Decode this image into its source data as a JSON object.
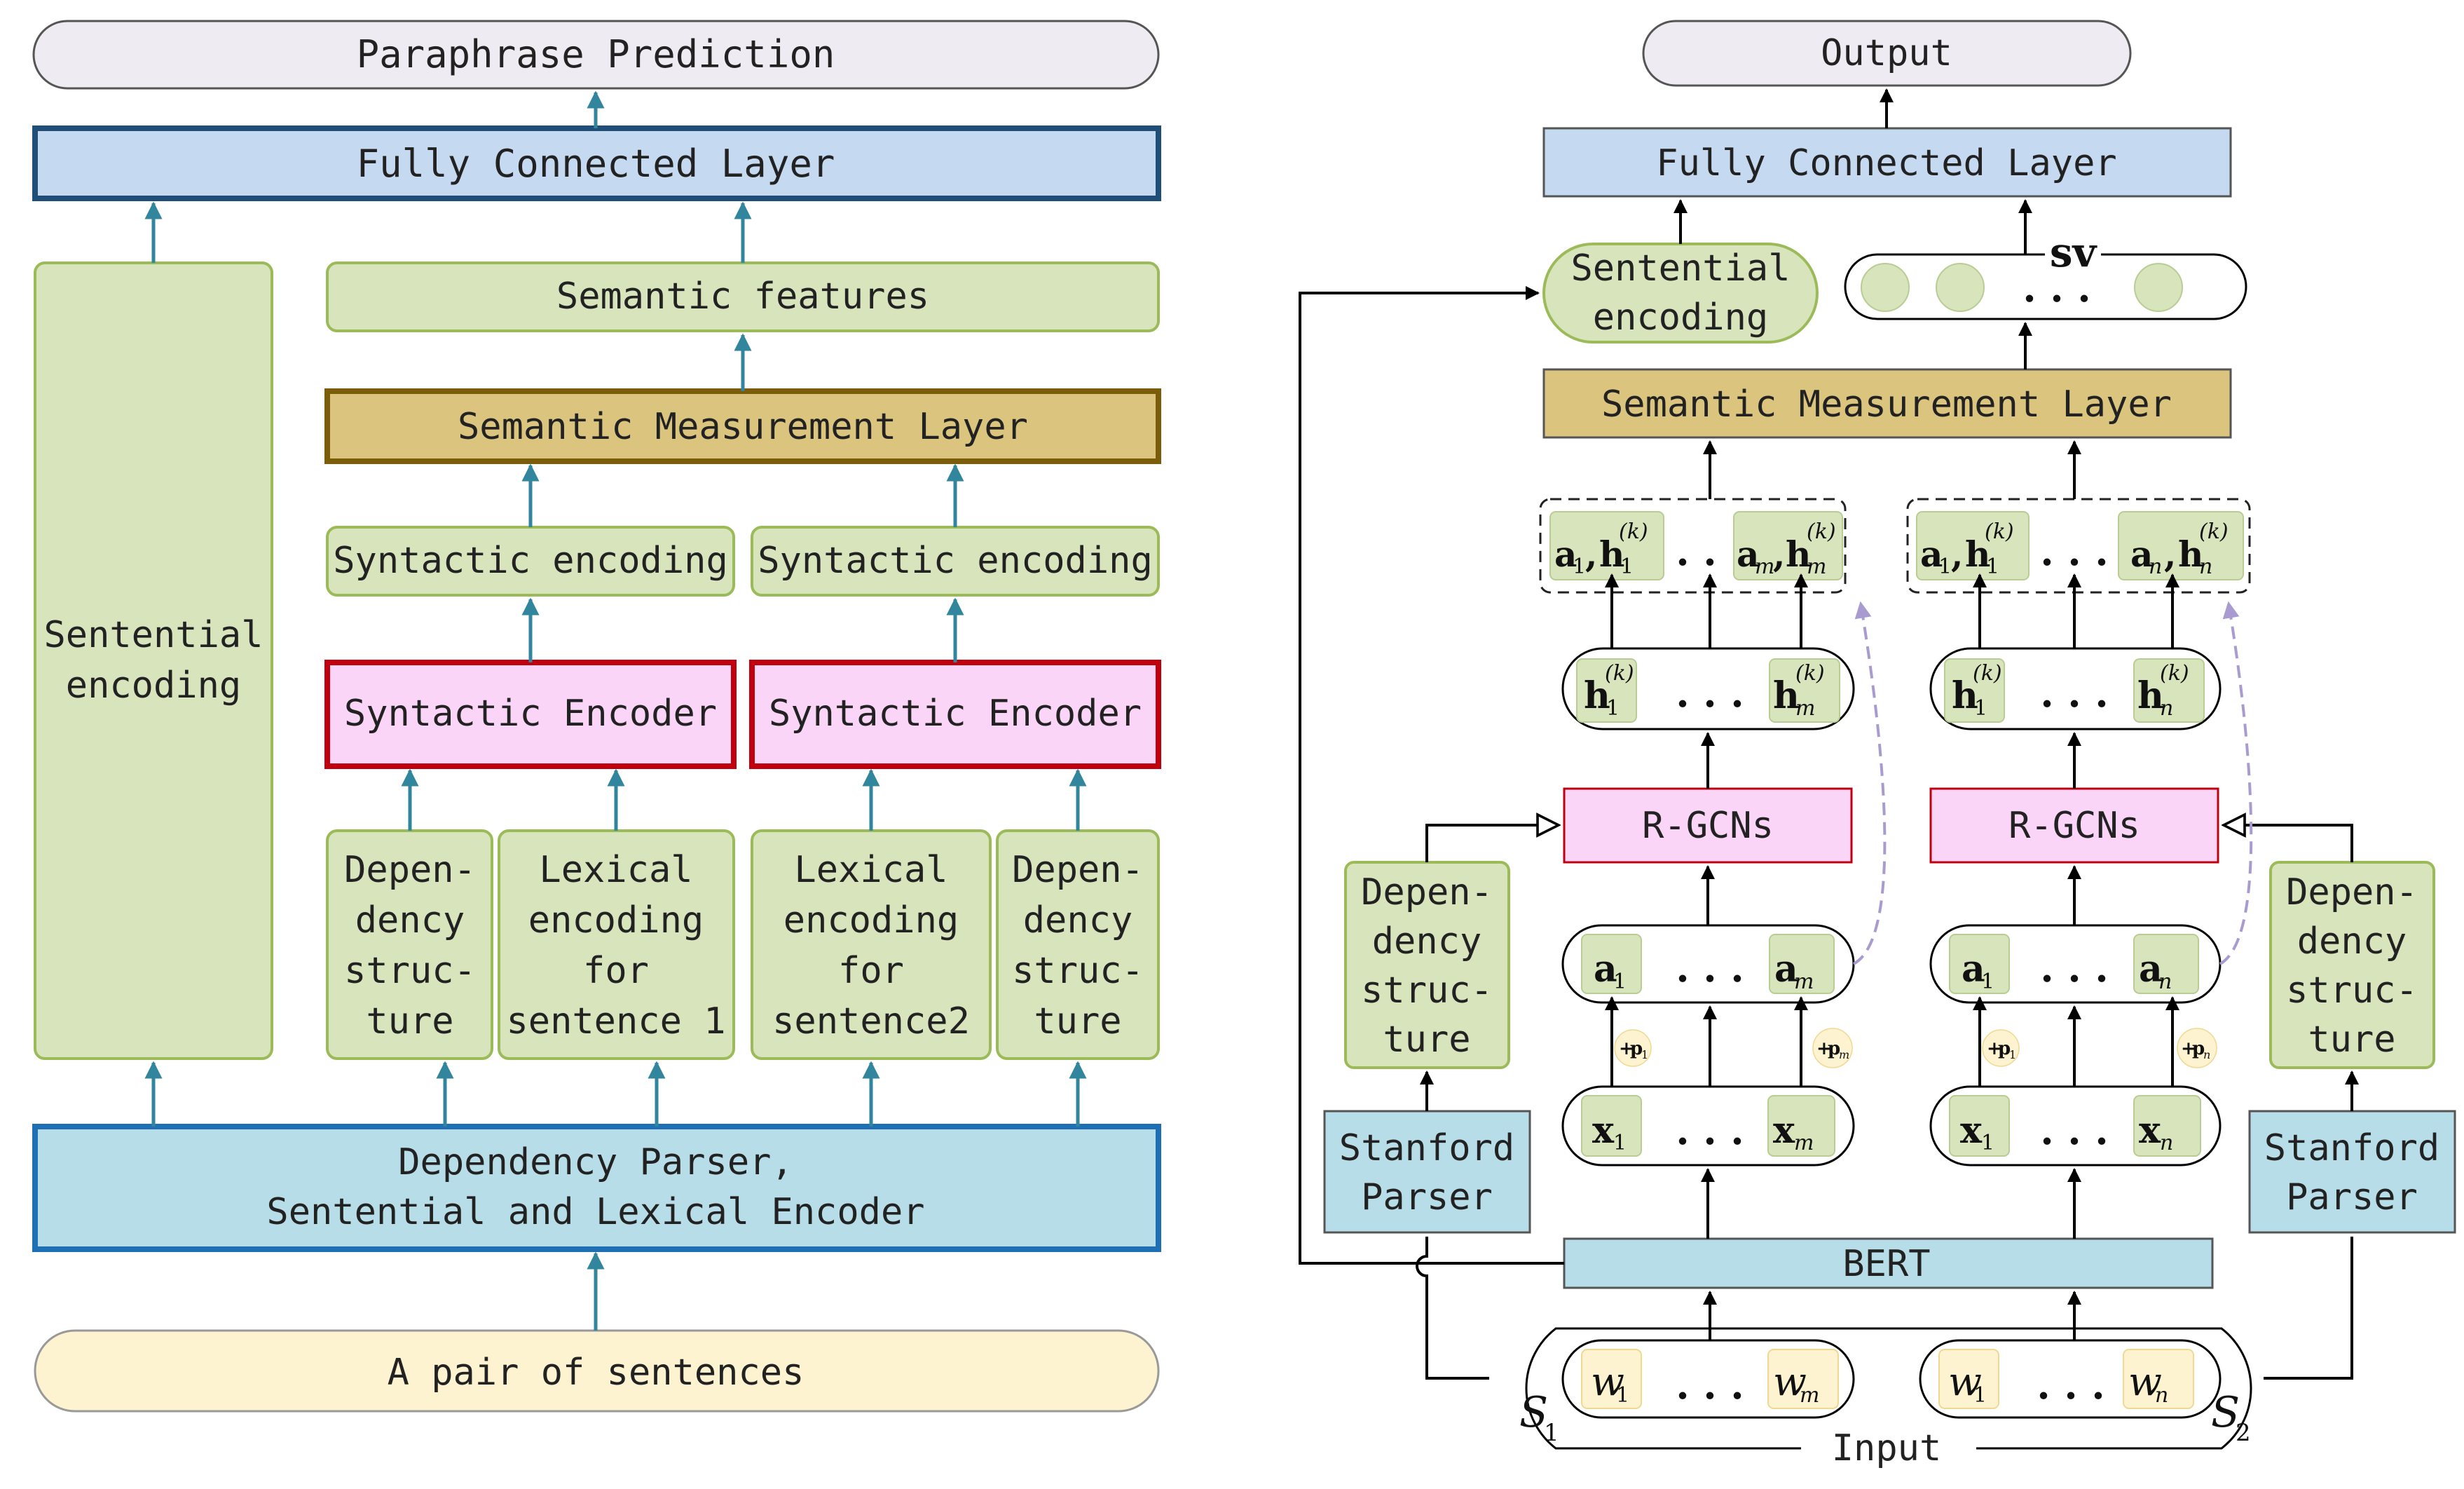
{
  "left": {
    "top_output": "Paraphrase Prediction",
    "fc_layer": "Fully Connected Layer",
    "sentential_encoding": [
      "Sentential",
      "encoding"
    ],
    "semantic_features": "Semantic features",
    "semantic_measurement": "Semantic Measurement Layer",
    "syntactic_encoding_1": "Syntactic encoding",
    "syntactic_encoding_2": "Syntactic encoding",
    "syntactic_encoder_1": "Syntactic Encoder",
    "syntactic_encoder_2": "Syntactic Encoder",
    "dep_struct_1": [
      "Depen-",
      "dency",
      "struc-",
      "ture"
    ],
    "lexical_1": [
      "Lexical",
      "encoding",
      "for",
      "sentence 1"
    ],
    "lexical_2": [
      "Lexical",
      "encoding",
      "for",
      "sentence2"
    ],
    "dep_struct_2": [
      "Depen-",
      "dency",
      "struc-",
      "ture"
    ],
    "parser_box": [
      "Dependency Parser,",
      "Sentential and Lexical Encoder"
    ],
    "input": "A pair of sentences"
  },
  "right": {
    "output": "Output",
    "fc_layer": "Fully Connected Layer",
    "sentential_encoding": [
      "Sentential",
      "encoding"
    ],
    "sv_label": "sv",
    "ellipsis": ". . .",
    "semantic_measurement": "Semantic Measurement Layer",
    "rgcn_1": "R-GCNs",
    "rgcn_2": "R-GCNs",
    "dep_struct_1": [
      "Depen-",
      "dency",
      "struc-",
      "ture"
    ],
    "dep_struct_2": [
      "Depen-",
      "dency",
      "struc-",
      "ture"
    ],
    "stanford_1": [
      "Stanford",
      "Parser"
    ],
    "stanford_2": [
      "Stanford",
      "Parser"
    ],
    "bert": "BERT",
    "input": "Input",
    "s1": "S",
    "s1_sub": "1",
    "s2": "S",
    "s2_sub": "2",
    "sym": {
      "a": "a",
      "h": "h",
      "x": "x",
      "w": "w",
      "p": "p",
      "sub1": "1",
      "subm": "m",
      "subn": "n",
      "supk": "(k)",
      "plus": "+",
      "comma": ","
    }
  },
  "colors": {
    "green_fill": "#d8e4bc",
    "green_stroke": "#9bbb59",
    "blue_fill": "#c5d9f1",
    "blue_stroke": "#1f4e79",
    "gold_fill": "#dbc47e",
    "gold_stroke": "#7a5c0a",
    "pink_fill": "#fbd5f7",
    "pink_stroke": "#c0000f",
    "teal_fill": "#b7dde8",
    "teal_stroke": "#1f6fb4",
    "cream_fill": "#fdf3d0",
    "grey_fill": "#eeecf2",
    "arrow_teal": "#31859c",
    "dash_purple": "#a99bd0"
  }
}
